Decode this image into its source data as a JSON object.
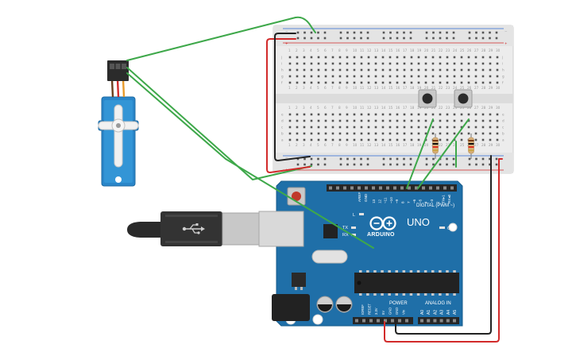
{
  "board": {
    "brand": "ARDUINO",
    "model": "UNO",
    "digital_header": "DIGITAL (PWM ~)",
    "power_header": "POWER",
    "analog_header": "ANALOG IN",
    "on_led": "ON",
    "led_l": "L",
    "led_tx": "TX",
    "led_rx": "RX",
    "aref": "AREF",
    "gnd": "GND",
    "digital_pins": [
      "13",
      "12",
      "~11",
      "~10",
      "~9",
      "8",
      "7",
      "~6",
      "~5",
      "4",
      "~3",
      "2",
      "TX▸1",
      "RX◂0"
    ],
    "power_pins": [
      "IOREF",
      "RESET",
      "3.3V",
      "5V",
      "GND",
      "GND",
      "Vin"
    ],
    "analog_pins": [
      "A0",
      "A1",
      "A2",
      "A3",
      "A4",
      "A5"
    ]
  },
  "breadboard": {
    "row_letters_top": [
      "j",
      "i",
      "h",
      "g",
      "f"
    ],
    "row_letters_bottom": [
      "e",
      "d",
      "c",
      "b",
      "a"
    ],
    "rail_minus": "−",
    "rail_plus": "+",
    "column_numbers": [
      "1",
      "2",
      "3",
      "4",
      "5",
      "6",
      "7",
      "8",
      "9",
      "10",
      "11",
      "12",
      "13",
      "14",
      "15",
      "16",
      "17",
      "18",
      "19",
      "20",
      "21",
      "22",
      "23",
      "24",
      "25",
      "26",
      "27",
      "28",
      "29",
      "30"
    ]
  },
  "colors": {
    "board_blue": "#1f6fa8",
    "wire_green": "#3ea84a",
    "wire_red": "#d22b2b",
    "wire_black": "#222222",
    "servo_blue": "#2a86c9"
  },
  "icons": {
    "usb": "usb-icon",
    "arduino_logo": "infinity-logo-icon"
  }
}
